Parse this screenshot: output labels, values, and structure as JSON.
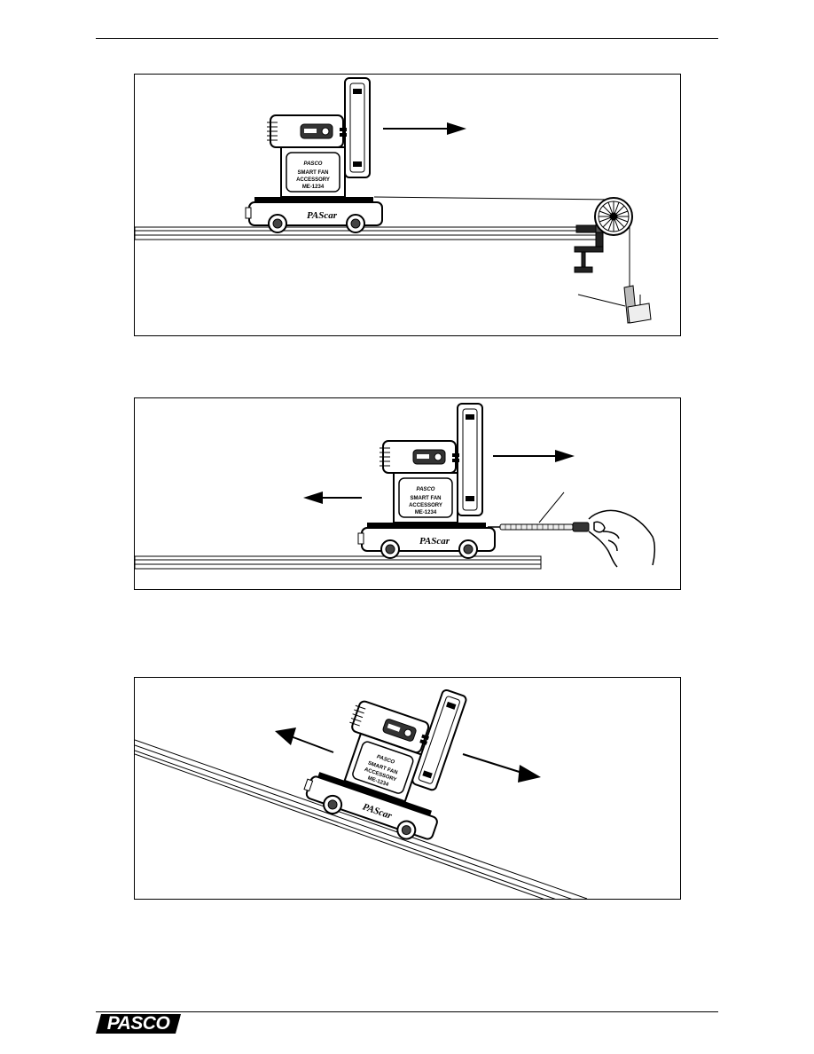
{
  "page": {
    "brand": "PASCO"
  },
  "figures": [
    {
      "id": "fig1",
      "description_name": "fan-cart-pulley-setup",
      "cart": {
        "badge": "PASCO",
        "line1": "SMART FAN",
        "line2": "ACCESSORY",
        "line3": "ME-1234",
        "brand": "PAScar"
      }
    },
    {
      "id": "fig2",
      "description_name": "fan-cart-force-sensor-setup",
      "cart": {
        "badge": "PASCO",
        "line1": "SMART FAN",
        "line2": "ACCESSORY",
        "line3": "ME-1234",
        "brand": "PAScar"
      }
    },
    {
      "id": "fig3",
      "description_name": "fan-cart-incline-setup",
      "cart": {
        "badge": "PASCO",
        "line1": "SMART FAN",
        "line2": "ACCESSORY",
        "line3": "ME-1234",
        "brand": "PAScar"
      }
    }
  ],
  "colors": {
    "line": "#000000",
    "fill_light": "#ffffff",
    "fill_dark": "#1a1a1a",
    "fill_gray": "#d9d9d9"
  }
}
